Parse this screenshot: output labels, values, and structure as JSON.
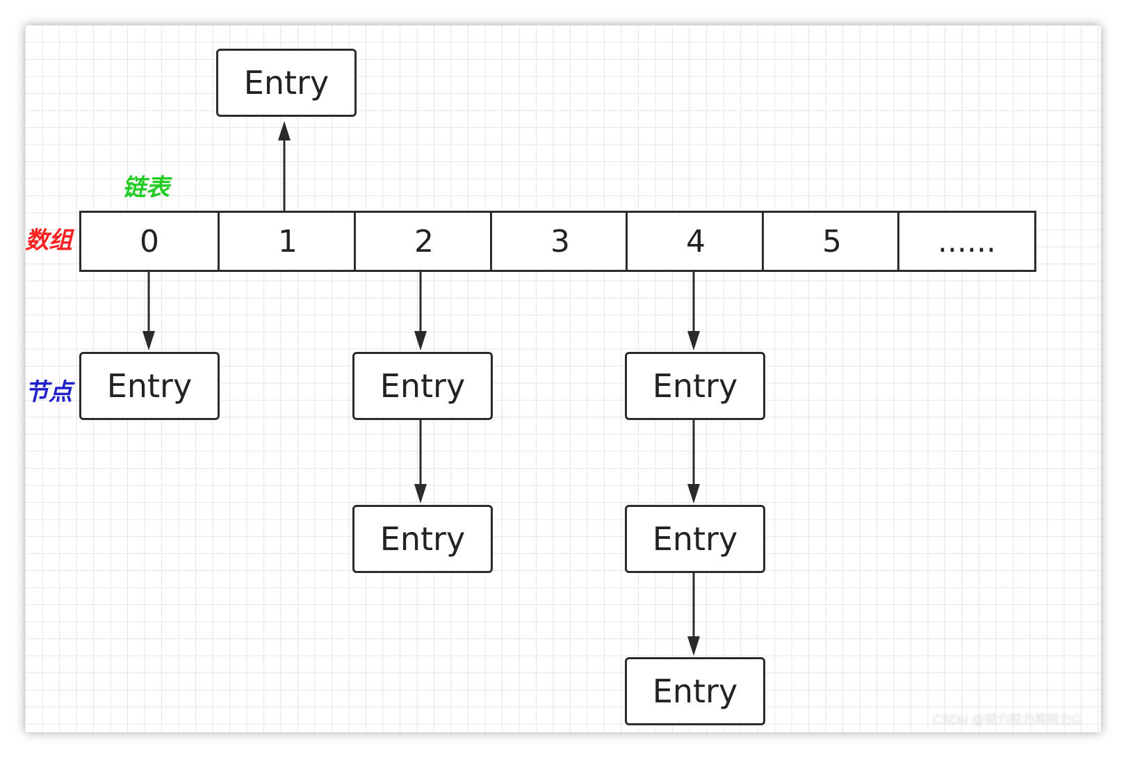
{
  "labels": {
    "array": "数组",
    "linked_list": "链表",
    "node": "节点"
  },
  "colors": {
    "array_label": "#ff2020",
    "linked_list_label": "#22cc22",
    "node_label": "#2222cc",
    "border": "#2b2b2b",
    "grid": "#e6e6e6"
  },
  "array": {
    "cells": [
      "0",
      "1",
      "2",
      "3",
      "4",
      "5",
      "......"
    ]
  },
  "entries": {
    "above_1": "Entry",
    "bucket_0": [
      "Entry"
    ],
    "bucket_2": [
      "Entry",
      "Entry"
    ],
    "bucket_4": [
      "Entry",
      "Entry",
      "Entry"
    ]
  },
  "watermark": "CSDN @努力努力再努力G"
}
